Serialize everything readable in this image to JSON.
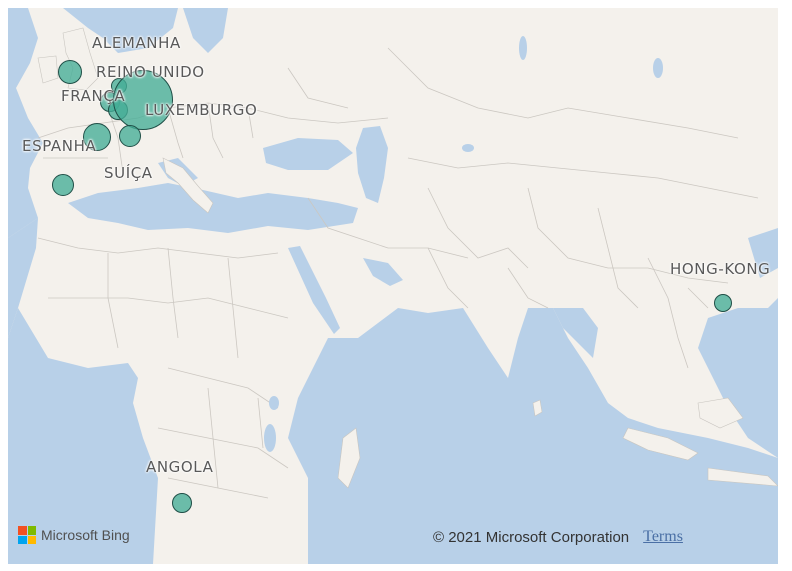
{
  "map": {
    "water_color": "#b8d0e8",
    "land_color": "#f4f1ec",
    "border_color": "#c9c6c0",
    "bubble_color": "#44ad96",
    "bubble_stroke": "#1f4f47"
  },
  "labels": {
    "alemanha": "ALEMANHA",
    "reino_unido": "REINO UNIDO",
    "franca": "FRANÇA",
    "luxemburgo": "LUXEMBURGO",
    "espanha": "ESPANHA",
    "suica": "SUÍÇA",
    "hong_kong": "HONG-KONG",
    "angola": "ANGOLA"
  },
  "attribution": {
    "logo_text": "Microsoft Bing",
    "copyright": "© 2021 Microsoft Corporation",
    "terms": "Terms"
  }
}
